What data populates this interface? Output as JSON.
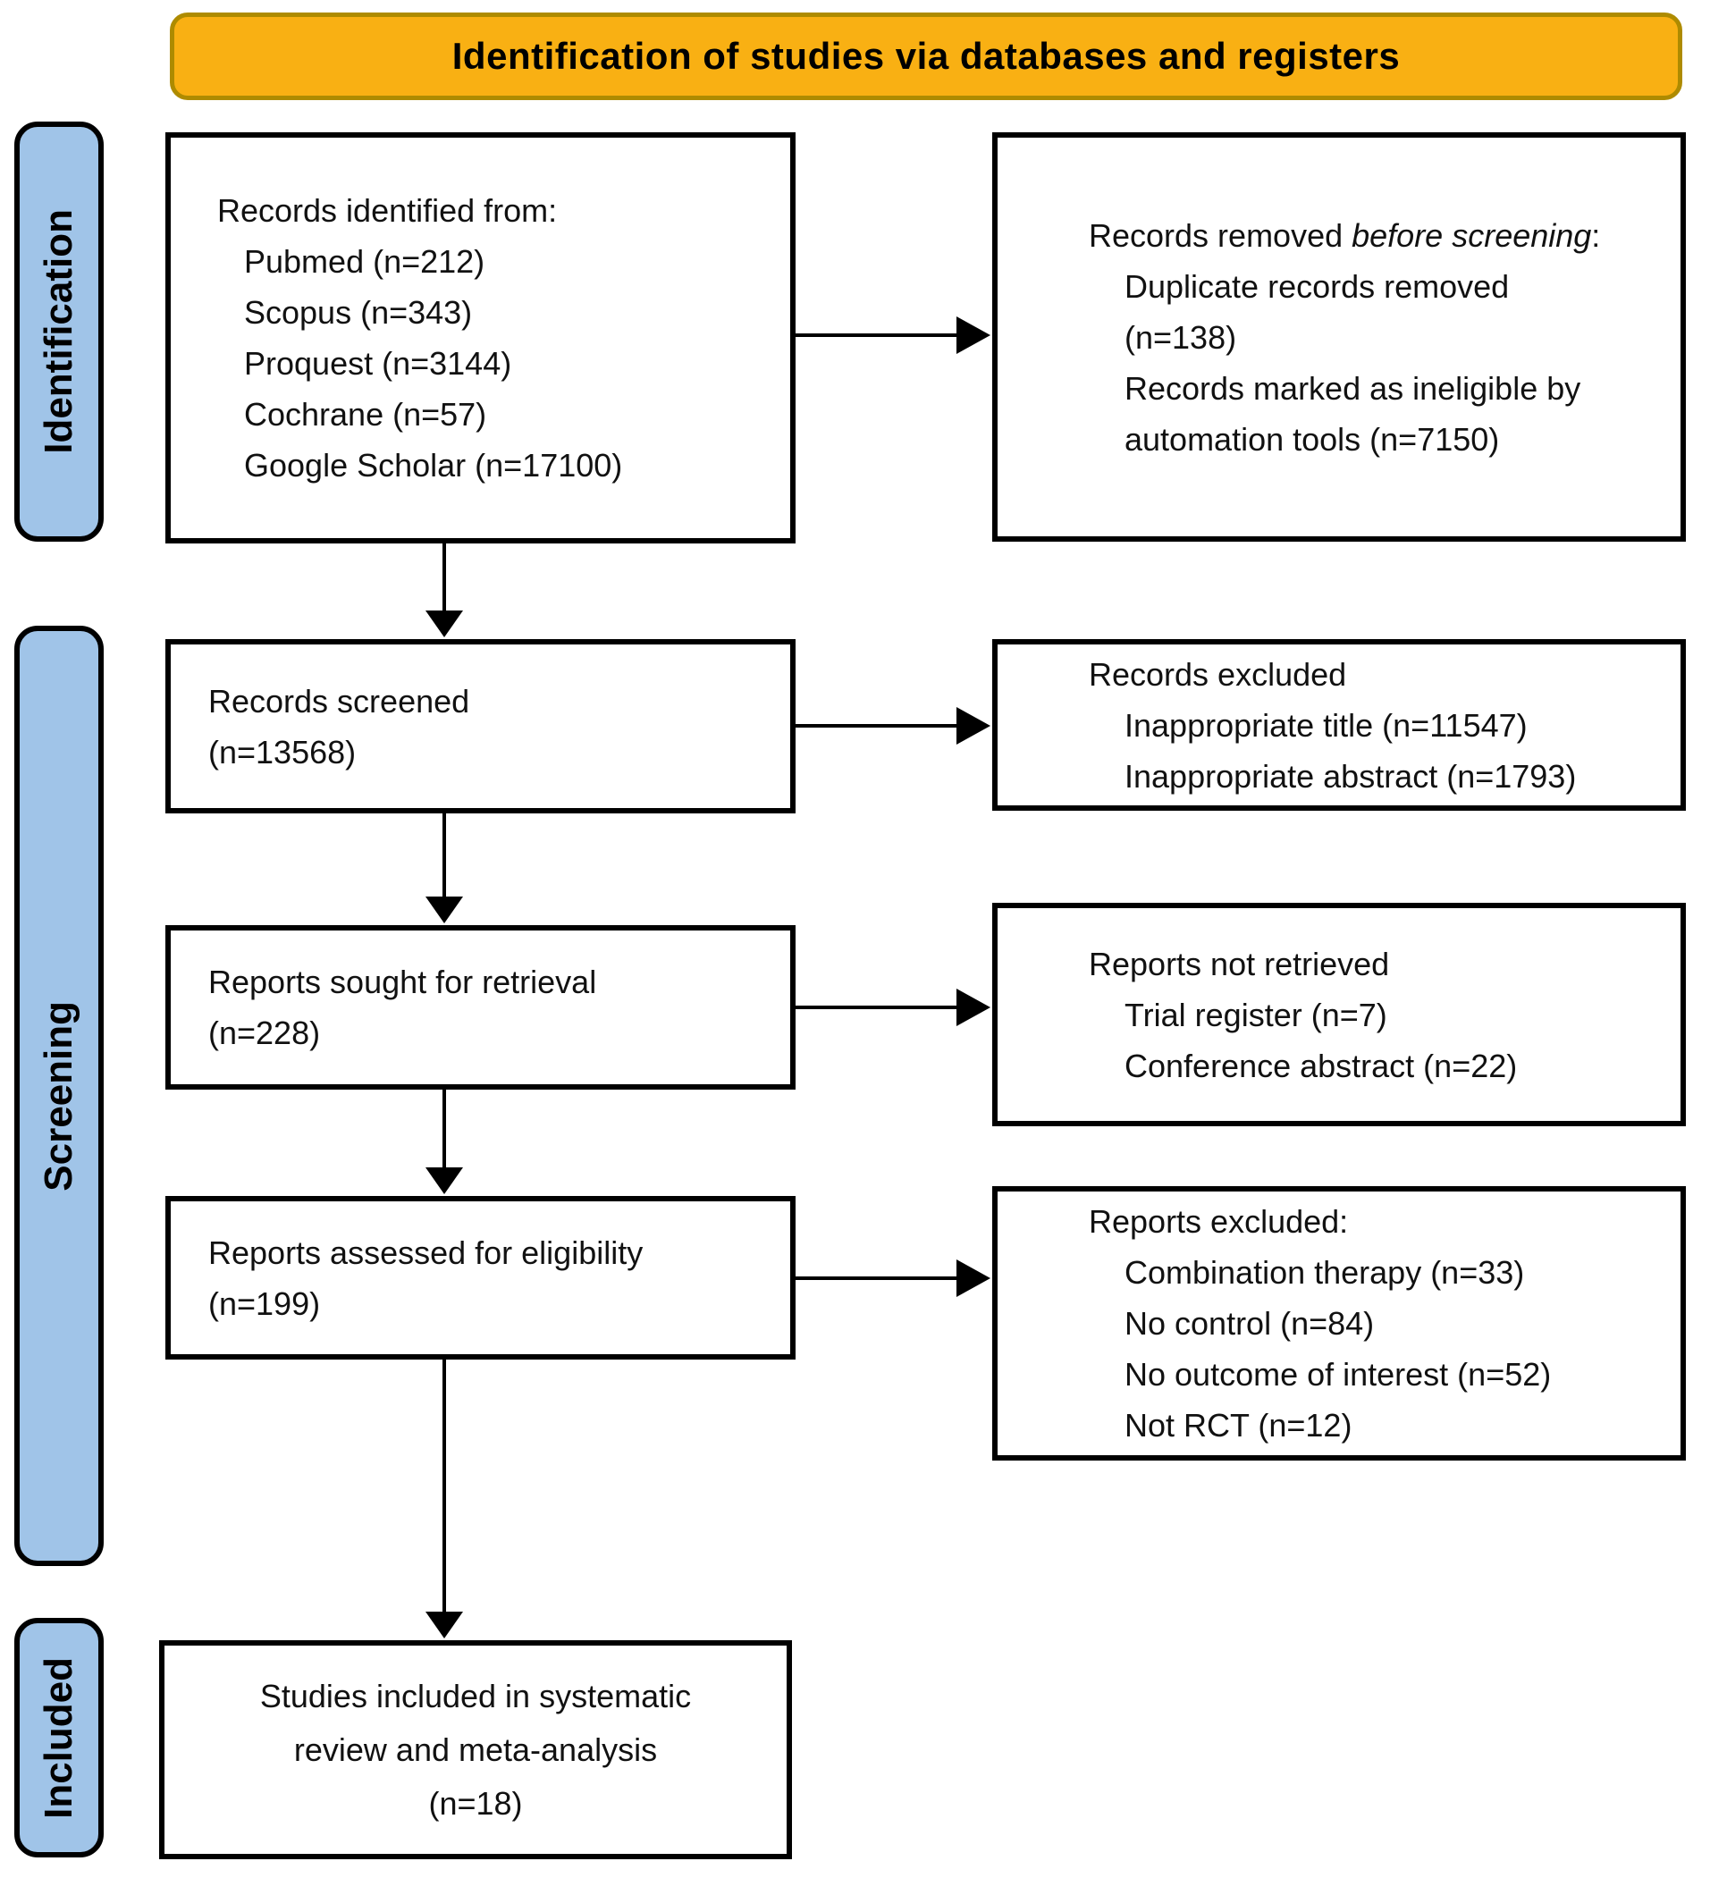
{
  "colors": {
    "banner_fill": "#F9B013",
    "banner_border": "#AE8B00",
    "sidebar_fill": "#A0C4E8",
    "box_border": "#000000",
    "background": "#FFFFFF"
  },
  "banner": {
    "title": "Identification of studies via databases and registers"
  },
  "sidebar": {
    "items": [
      {
        "label": "Identification"
      },
      {
        "label": "Screening"
      },
      {
        "label": "Included"
      }
    ]
  },
  "flow": {
    "records_identified": {
      "title": "Records identified from:",
      "items": [
        "Pubmed (n=212)",
        "Scopus (n=343)",
        "Proquest (n=3144)",
        "Cochrane (n=57)",
        "Google Scholar (n=17100)"
      ]
    },
    "records_removed": {
      "title_prefix": "Records removed ",
      "title_italic": "before screening",
      "title_suffix": ":",
      "items": [
        "Duplicate records removed",
        "(n=138)",
        "Records marked as ineligible by",
        "automation tools (n=7150)"
      ]
    },
    "records_screened": {
      "lines": [
        "Records screened",
        "(n=13568)"
      ]
    },
    "records_excluded": {
      "title": "Records excluded",
      "items": [
        "Inappropriate title (n=11547)",
        "Inappropriate abstract (n=1793)"
      ]
    },
    "reports_sought": {
      "lines": [
        "Reports sought for retrieval",
        "(n=228)"
      ]
    },
    "reports_not_retrieved": {
      "title": "Reports not retrieved",
      "items": [
        "Trial register (n=7)",
        "Conference abstract (n=22)"
      ]
    },
    "reports_assessed": {
      "lines": [
        "Reports assessed for eligibility",
        "(n=199)"
      ]
    },
    "reports_excluded": {
      "title": "Reports excluded:",
      "items": [
        "Combination therapy (n=33)",
        "No control (n=84)",
        "No outcome of interest (n=52)",
        "Not RCT (n=12)"
      ]
    },
    "studies_included": {
      "lines": [
        "Studies included in systematic",
        "review and meta-analysis",
        "(n=18)"
      ]
    }
  }
}
